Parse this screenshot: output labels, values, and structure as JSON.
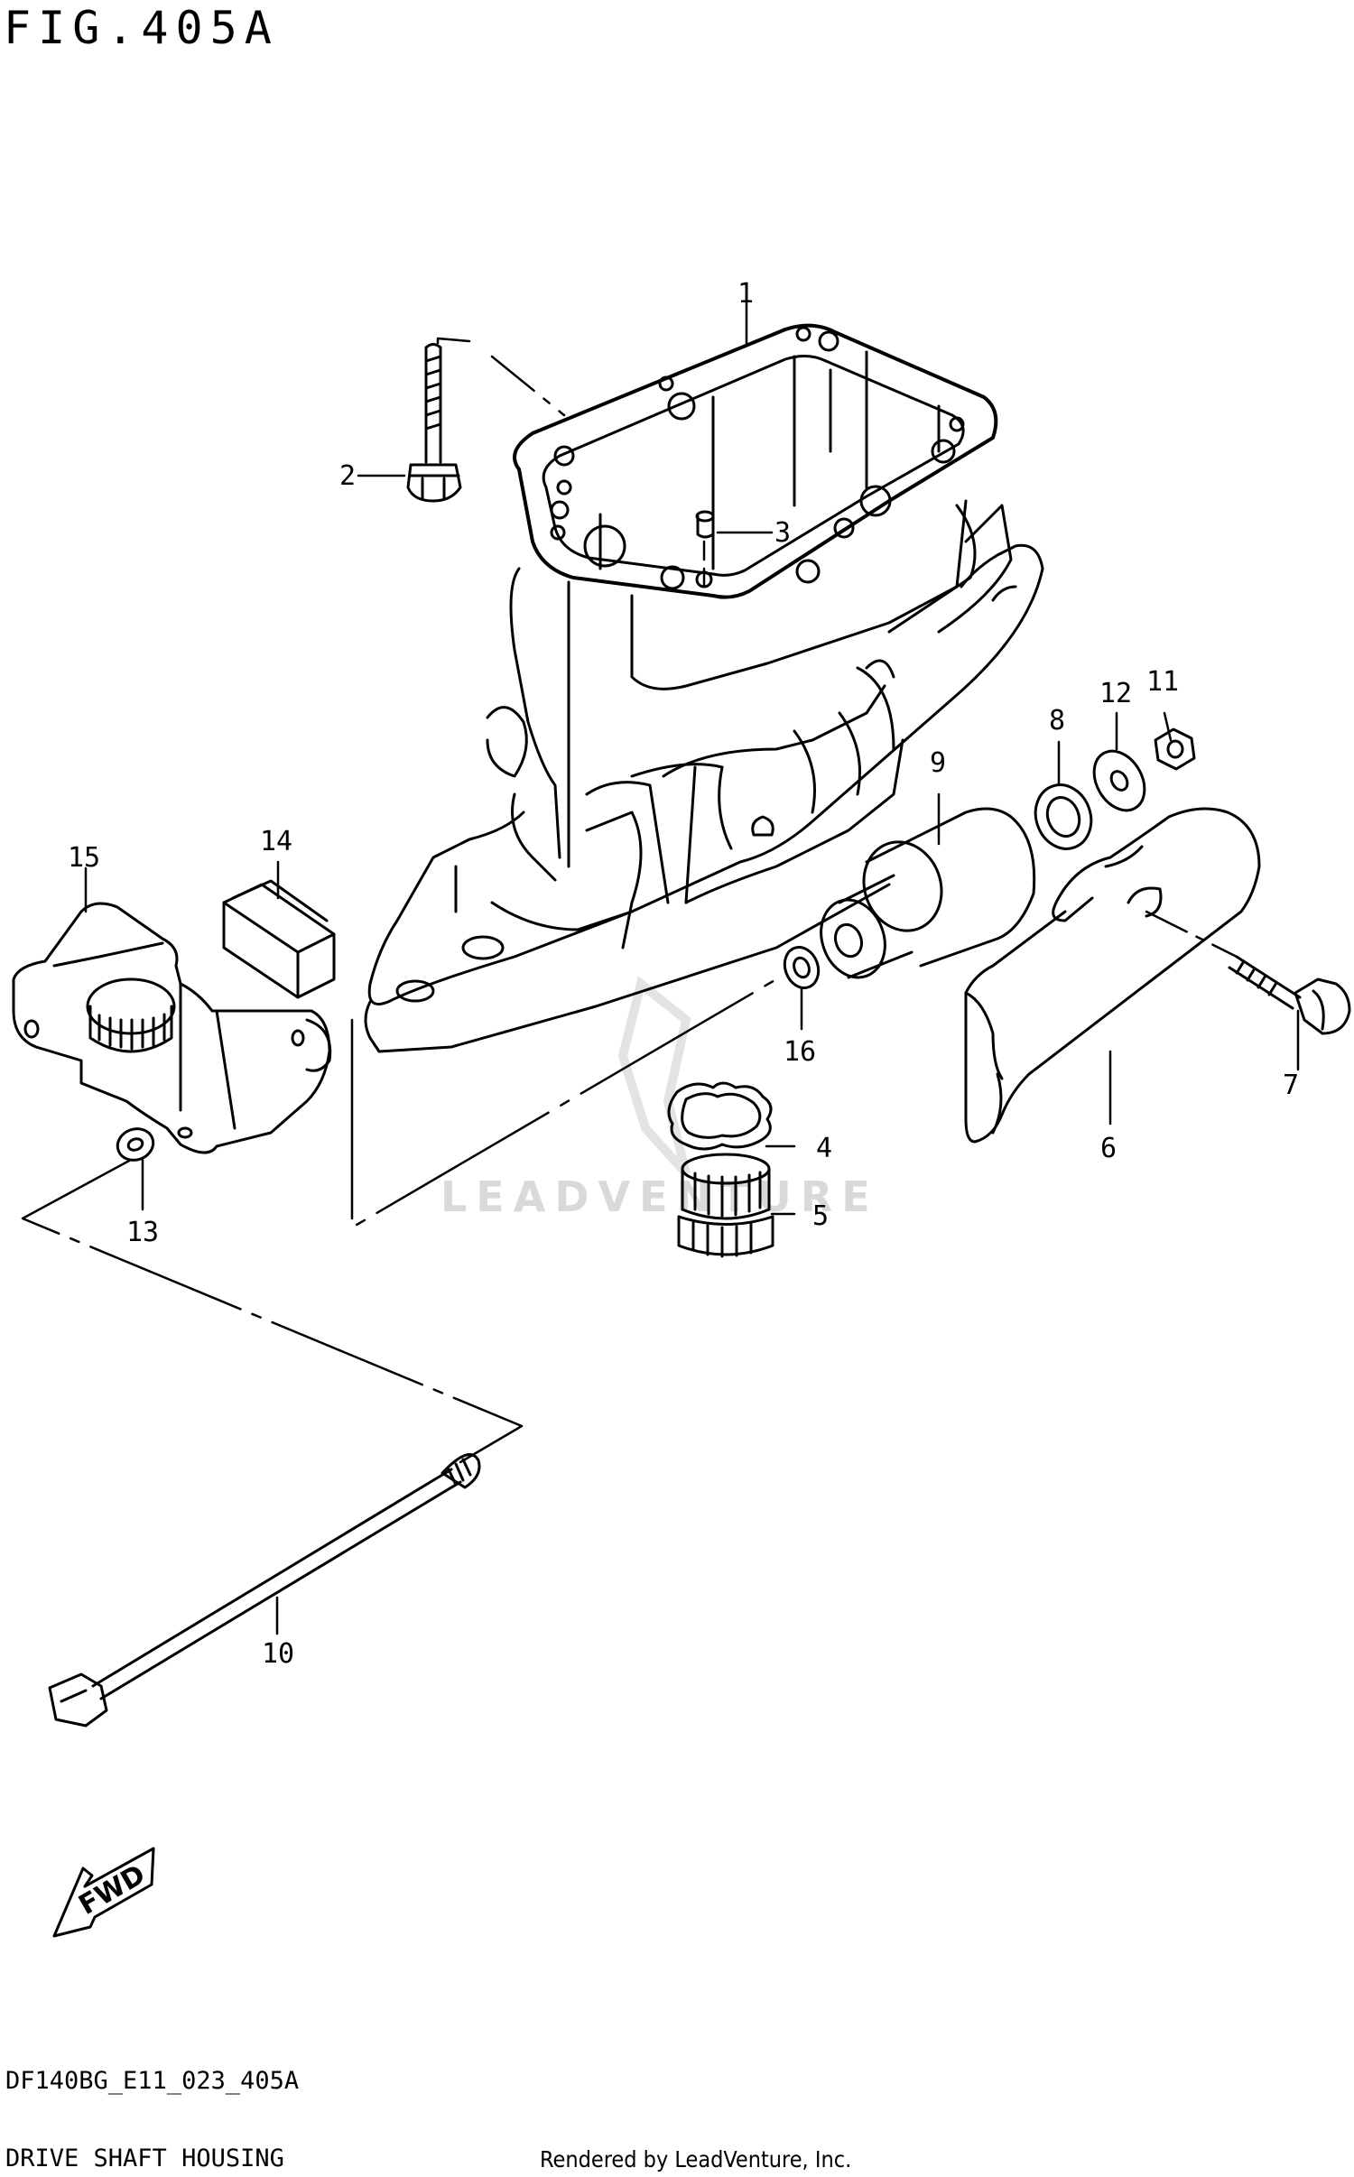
{
  "figure": {
    "title": "FIG.405A",
    "code": "DF140BG_E11_023_405A",
    "name": "DRIVE SHAFT HOUSING",
    "credit": "Rendered by LeadVenture, Inc.",
    "watermark": "LEADVENTURE",
    "fwd_label": "FWD"
  },
  "callouts": [
    "1",
    "2",
    "3",
    "4",
    "5",
    "6",
    "7",
    "8",
    "9",
    "10",
    "11",
    "12",
    "13",
    "14",
    "15",
    "16"
  ],
  "colors": {
    "line": "#000000",
    "background": "#ffffff",
    "watermark": "#d9d9d9"
  }
}
